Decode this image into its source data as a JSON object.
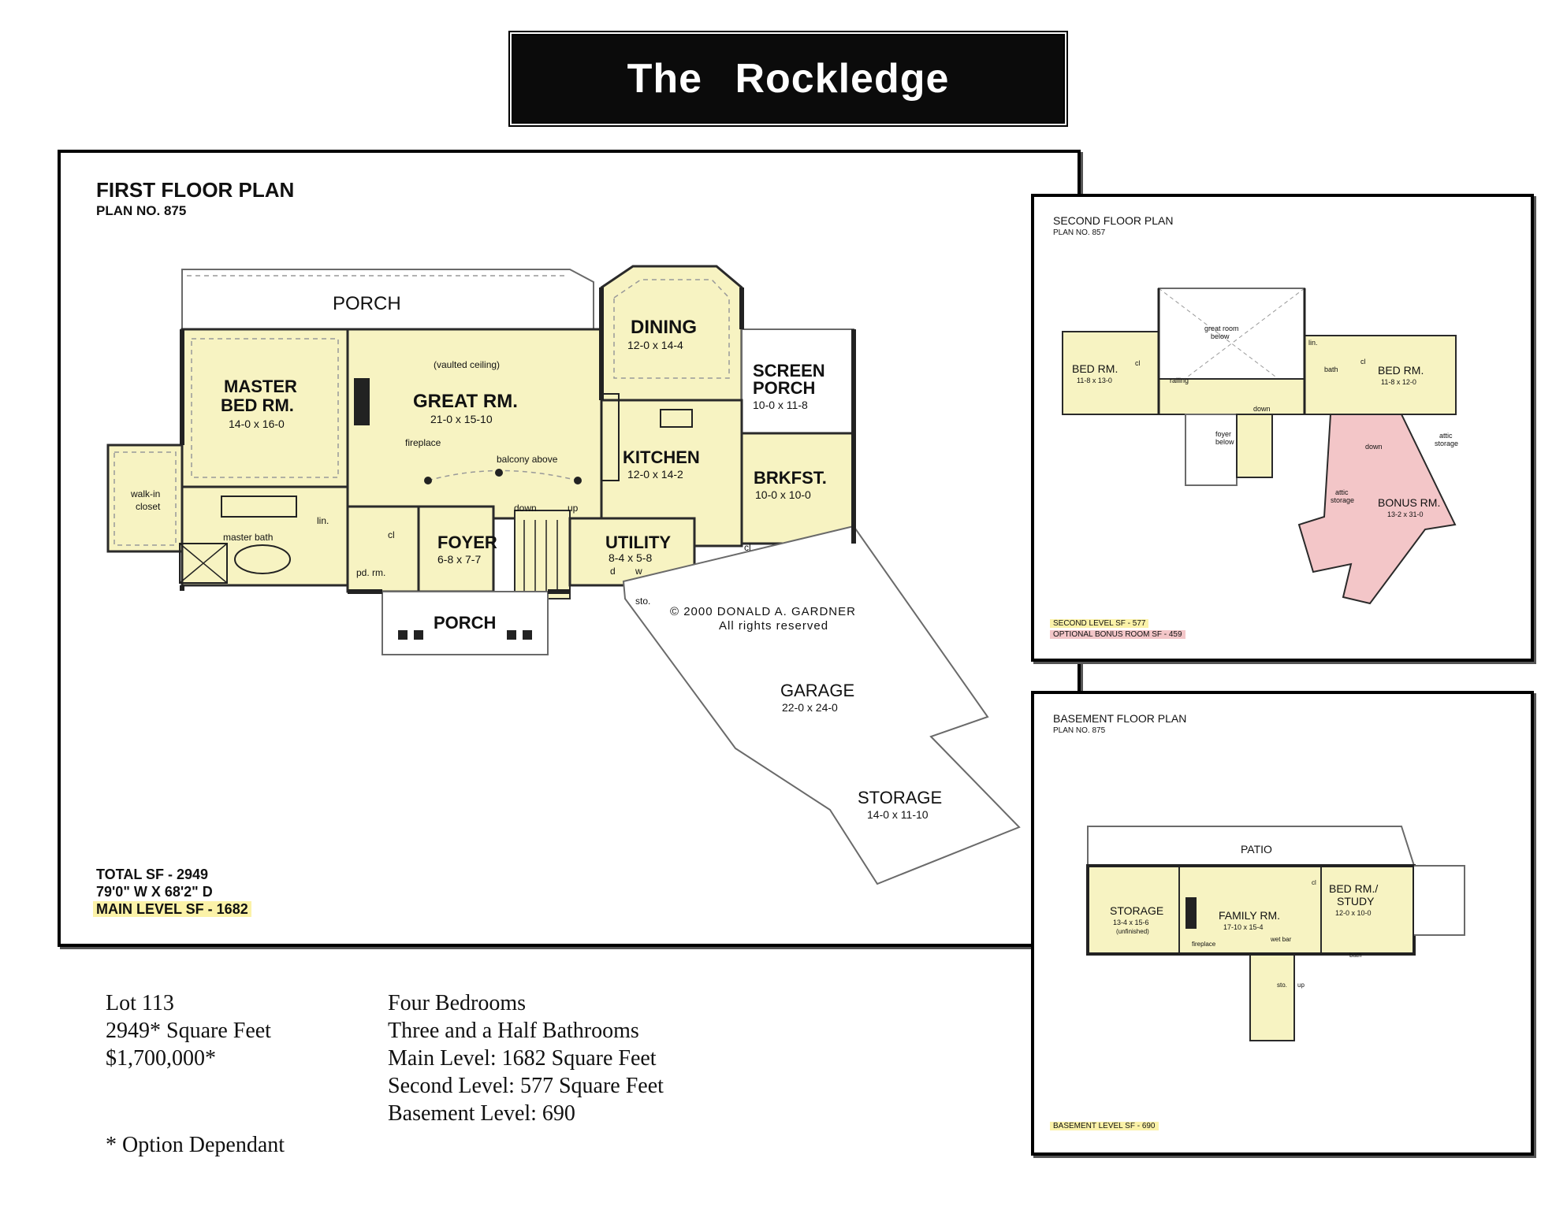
{
  "header": {
    "title": "The   Rockledge"
  },
  "first_floor": {
    "title": "FIRST FLOOR PLAN",
    "plan_no": "PLAN NO. 875",
    "rooms": {
      "porch_top": "PORCH",
      "dining": "DINING",
      "dining_dim": "12-0 x 14-4",
      "screen_porch_1": "SCREEN",
      "screen_porch_2": "PORCH",
      "screen_dim": "10-0 x 11-8",
      "master_1": "MASTER",
      "master_2": "BED RM.",
      "master_dim": "14-0 x 16-0",
      "vaulted": "(vaulted ceiling)",
      "great": "GREAT RM.",
      "great_dim": "21-0 x 15-10",
      "fireplace": "fireplace",
      "balcony": "balcony above",
      "kitchen": "KITCHEN",
      "kitchen_dim": "12-0 x 14-2",
      "brkfst": "BRKFST.",
      "brkfst_dim": "10-0 x 10-0",
      "walkin_1": "walk-in",
      "walkin_2": "closet",
      "master_bath": "master bath",
      "lin": "lin.",
      "cl": "cl",
      "pd_rm": "pd. rm.",
      "foyer": "FOYER",
      "foyer_dim": "6-8 x 7-7",
      "down": "down",
      "up": "up",
      "utility": "UTILITY",
      "utility_dim": "8-4 x 5-8",
      "d": "d",
      "w": "w",
      "cl2": "cl",
      "porch_bottom": "PORCH",
      "sto": "sto.",
      "copyright_1": "© 2000 DONALD A. GARDNER",
      "copyright_2": "All rights reserved",
      "garage": "GARAGE",
      "garage_dim": "22-0 x 24-0",
      "storage": "STORAGE",
      "storage_dim": "14-0 x 11-10"
    },
    "total_sf": "TOTAL SF - 2949",
    "dimensions": "79'0\" W X 68'2\" D",
    "main_level_sf": "MAIN LEVEL SF - 1682"
  },
  "second_floor": {
    "title": "SECOND FLOOR PLAN",
    "plan_no": "PLAN NO. 857",
    "rooms": {
      "great_below_1": "great room",
      "great_below_2": "below",
      "bed_left": "BED RM.",
      "bed_left_dim": "11-8 x 13-0",
      "cl": "cl",
      "railing": "railing",
      "lin": "lin.",
      "bath": "bath",
      "cl2": "cl",
      "bed_right": "BED RM.",
      "bed_right_dim": "11-8 x 12-0",
      "down": "down",
      "foyer_below_1": "foyer",
      "foyer_below_2": "below",
      "down2": "down",
      "attic_1": "attic",
      "attic_2": "storage",
      "attic_3": "attic",
      "attic_4": "storage",
      "bonus": "BONUS RM.",
      "bonus_dim": "13-2 x 31-0"
    },
    "second_level_sf": "SECOND LEVEL SF - 577",
    "optional_bonus_sf": "OPTIONAL BONUS ROOM SF - 459"
  },
  "basement": {
    "title": "BASEMENT FLOOR PLAN",
    "plan_no": "PLAN NO. 875",
    "rooms": {
      "patio": "PATIO",
      "storage": "STORAGE",
      "storage_dim": "13-4 x 15-6",
      "unfinished": "(unfinished)",
      "family": "FAMILY RM.",
      "family_dim": "17-10 x 15-4",
      "fireplace": "fireplace",
      "wet_bar": "wet bar",
      "cl": "cl",
      "bed_1": "BED RM./",
      "bed_2": "STUDY",
      "bed_dim": "12-0 x 10-0",
      "bath": "bath",
      "sto": "sto.",
      "up": "up"
    },
    "basement_level_sf": "BASEMENT LEVEL SF - 690"
  },
  "listing": {
    "col1": [
      "Lot 113",
      "2949* Square Feet",
      "$1,700,000*"
    ],
    "col2": [
      "Four Bedrooms",
      "Three and a Half Bathrooms",
      "Main Level: 1682 Square Feet",
      "Second Level: 577 Square Feet",
      "Basement Level: 690"
    ],
    "note": "* Option Dependant"
  },
  "colors": {
    "room_fill": "#f7f3c2",
    "bonus_fill": "#f3c6c8",
    "title_bg": "#0b0b0b"
  }
}
